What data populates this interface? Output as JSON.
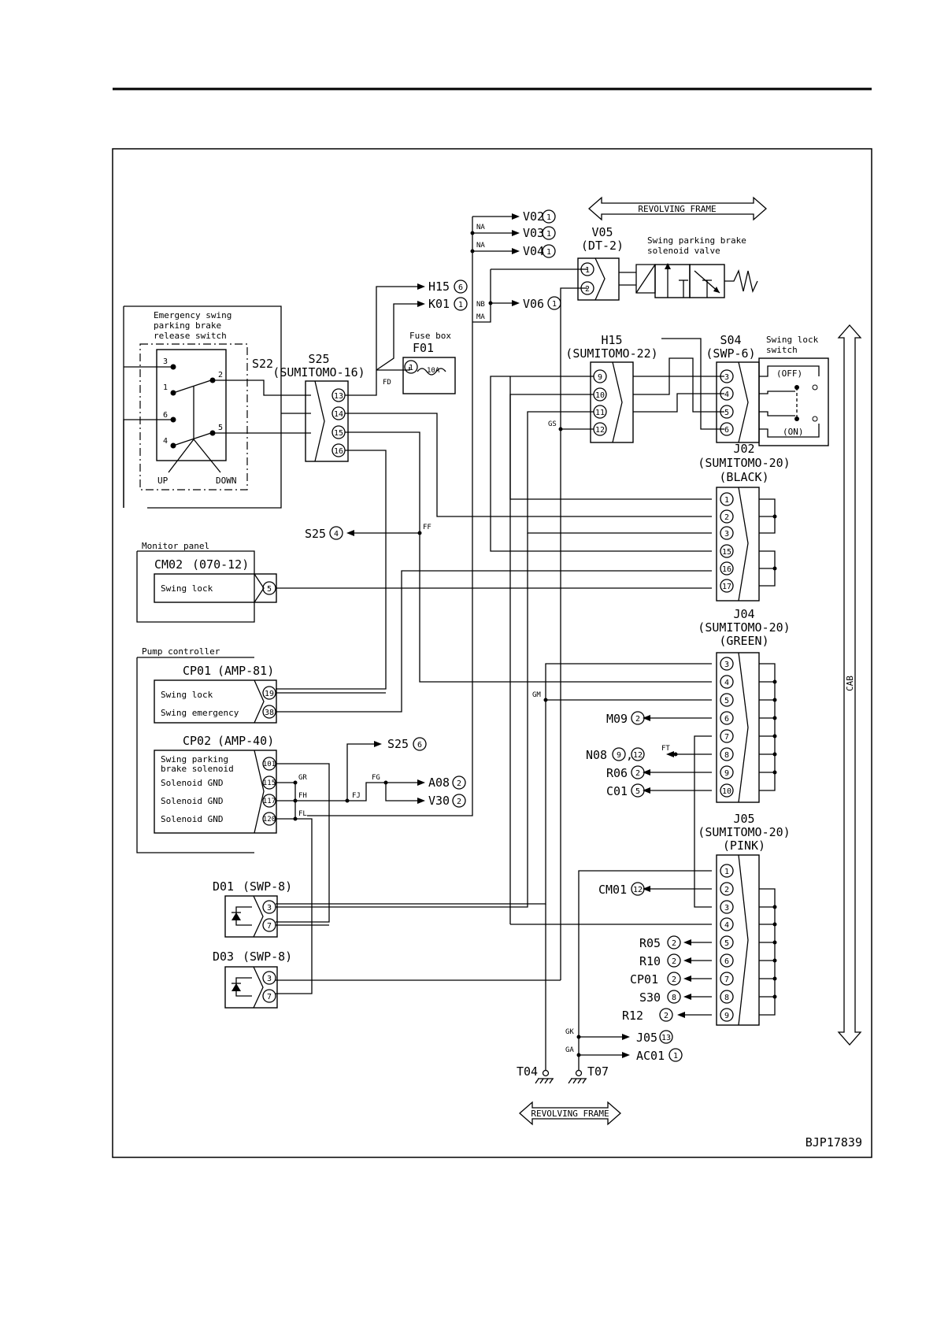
{
  "drawing_code": "BJP17839",
  "frame_labels": {
    "revolving_top": "REVOLVING FRAME",
    "revolving_bottom": "REVOLVING FRAME",
    "cab": "CAB"
  },
  "emergency_switch": {
    "title": [
      "Emergency swing",
      "parking brake",
      "release switch"
    ],
    "id": "S22",
    "pins": [
      "3",
      "1",
      "2",
      "6",
      "4",
      "5"
    ],
    "positions": [
      "UP",
      "DOWN"
    ]
  },
  "s25": {
    "id": "S25",
    "type": "(SUMITOMO-16)",
    "pins": [
      "13",
      "14",
      "15",
      "16"
    ]
  },
  "fuse_box": {
    "title": "Fuse box",
    "id": "F01",
    "pin": "1",
    "rating": "10A"
  },
  "v05": {
    "id": "V05",
    "type": "(DT-2)",
    "pins": [
      "1",
      "2"
    ],
    "title": [
      "Swing parking brake",
      "solenoid valve"
    ]
  },
  "h15": {
    "id": "H15",
    "type": "(SUMITOMO-22)",
    "pins": [
      "9",
      "10",
      "11",
      "12"
    ]
  },
  "s04": {
    "id": "S04",
    "type": "(SWP-6)",
    "pins": [
      "3",
      "4",
      "5",
      "6"
    ],
    "title": [
      "Swing lock",
      "switch"
    ],
    "off": "(OFF)",
    "on": "(ON)"
  },
  "j02": {
    "id": "J02",
    "type": "(SUMITOMO-20)",
    "color": "(BLACK)",
    "pins": [
      "1",
      "2",
      "3",
      "15",
      "16",
      "17"
    ]
  },
  "j04": {
    "id": "J04",
    "type": "(SUMITOMO-20)",
    "color": "(GREEN)",
    "pins": [
      "3",
      "4",
      "5",
      "6",
      "7",
      "8",
      "9",
      "10"
    ]
  },
  "j05": {
    "id": "J05",
    "type": "(SUMITOMO-20)",
    "color": "(PINK)",
    "pins": [
      "1",
      "2",
      "3",
      "4",
      "5",
      "6",
      "7",
      "8",
      "9"
    ]
  },
  "monitor": {
    "title": "Monitor panel",
    "id": "CM02",
    "type": "(070-12)",
    "signal": "Swing lock",
    "pin": "5"
  },
  "pump": {
    "title": "Pump controller",
    "cp01": {
      "id": "CP01",
      "type": "(AMP-81)",
      "signals": [
        "Swing lock",
        "Swing emergency"
      ],
      "pins": [
        "19",
        "38"
      ]
    },
    "cp02": {
      "id": "CP02",
      "type": "(AMP-40)",
      "signals": [
        "Swing parking",
        "brake solenoid",
        "Solenoid GND",
        "Solenoid GND",
        "Solenoid GND"
      ],
      "pins": [
        "101",
        "115",
        "117",
        "120"
      ]
    }
  },
  "d01": {
    "id": "D01",
    "type": "(SWP-8)",
    "pins": [
      "3",
      "7"
    ]
  },
  "d03": {
    "id": "D03",
    "type": "(SWP-8)",
    "pins": [
      "3",
      "7"
    ]
  },
  "grounds": {
    "t04": "T04",
    "t07": "T07"
  },
  "splices": [
    "NA",
    "NA",
    "NB",
    "MA",
    "FD",
    "FF",
    "GS",
    "GM",
    "GR",
    "FH",
    "FL",
    "FJ",
    "FG",
    "FT",
    "GK",
    "GA"
  ],
  "refs": {
    "v02": {
      "ref": "V02",
      "pin": "1"
    },
    "v03": {
      "ref": "V03",
      "pin": "1"
    },
    "v04": {
      "ref": "V04",
      "pin": "1"
    },
    "v06": {
      "ref": "V06",
      "pin": "1"
    },
    "h15": {
      "ref": "H15",
      "pin": "6"
    },
    "k01": {
      "ref": "K01",
      "pin": "1"
    },
    "s25a": {
      "ref": "S25",
      "pin": "4"
    },
    "s25b": {
      "ref": "S25",
      "pin": "6"
    },
    "a08": {
      "ref": "A08",
      "pin": "2"
    },
    "v30": {
      "ref": "V30",
      "pin": "2"
    },
    "m09": {
      "ref": "M09",
      "pin": "2"
    },
    "n08": {
      "ref": "N08",
      "pin": "9",
      "pin2": "12",
      "sep": ","
    },
    "r06": {
      "ref": "R06",
      "pin": "2"
    },
    "c01": {
      "ref": "C01",
      "pin": "5"
    },
    "cm01": {
      "ref": "CM01",
      "pin": "12"
    },
    "r05": {
      "ref": "R05",
      "pin": "2"
    },
    "r10": {
      "ref": "R10",
      "pin": "2"
    },
    "cp01": {
      "ref": "CP01",
      "pin": "2"
    },
    "s30": {
      "ref": "S30",
      "pin": "8"
    },
    "r12": {
      "ref": "R12",
      "pin": "2"
    },
    "j05": {
      "ref": "J05",
      "pin": "13"
    },
    "ac01": {
      "ref": "AC01",
      "pin": "1"
    }
  }
}
